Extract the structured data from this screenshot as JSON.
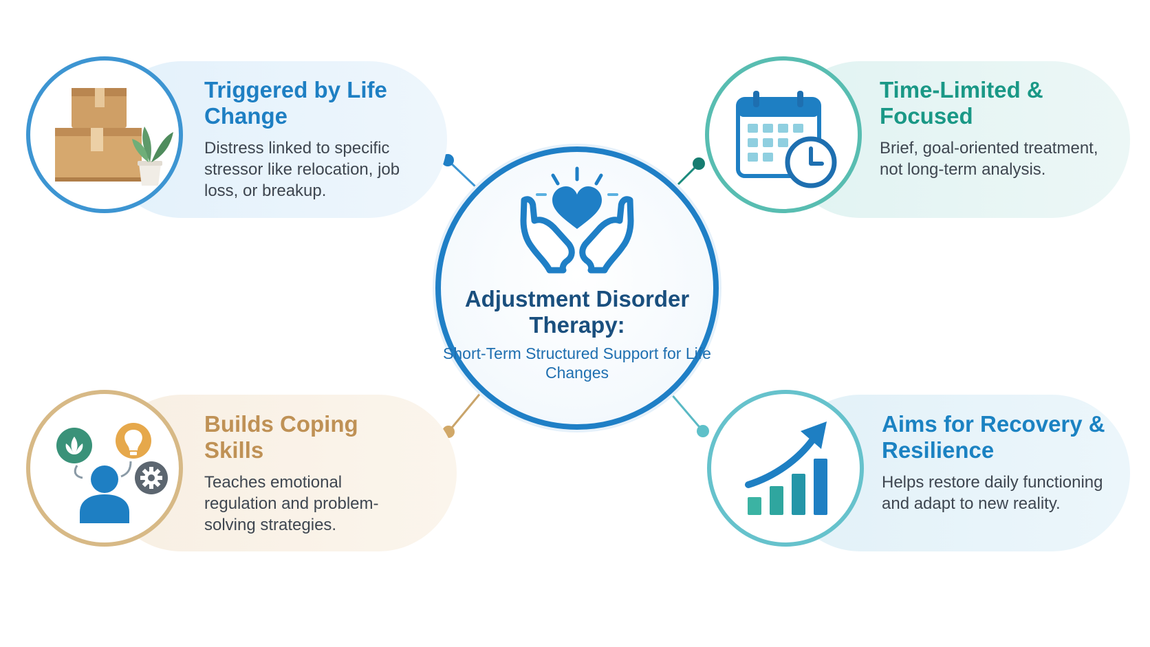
{
  "center": {
    "title": "Adjustment Disorder Therapy:",
    "subtitle": "Short-Term Structured Support for Life Changes",
    "icon": "hands-heart-icon"
  },
  "cards": [
    {
      "id": "life-change",
      "title": "Triggered by Life Change",
      "description": "Distress linked to specific stressor like relocation, job loss, or breakup.",
      "icon": "moving-boxes-icon",
      "accent": "#1e7fc3"
    },
    {
      "id": "time-limited",
      "title": "Time-Limited & Focused",
      "description": "Brief, goal-oriented treatment, not long-term analysis.",
      "icon": "calendar-clock-icon",
      "accent": "#1a9886"
    },
    {
      "id": "coping-skills",
      "title": "Builds Coping Skills",
      "description": "Teaches emotional regulation and problem-solving strategies.",
      "icon": "person-ideas-icon",
      "accent": "#bf9155"
    },
    {
      "id": "recovery",
      "title": "Aims for Recovery & Resilience",
      "description": "Helps restore daily functioning and adapt to new reality.",
      "icon": "growth-chart-icon",
      "accent": "#1b82c2"
    }
  ]
}
